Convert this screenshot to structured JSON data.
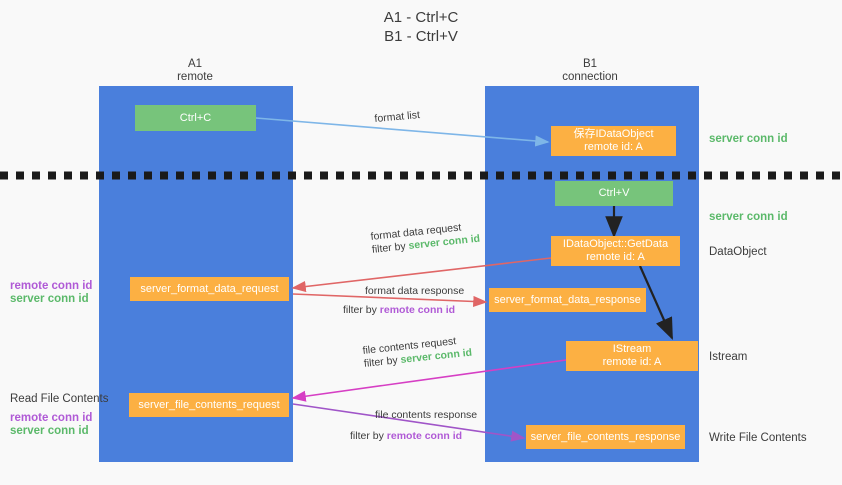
{
  "title": {
    "line1": "A1 - Ctrl+C",
    "line2": "B1 - Ctrl+V"
  },
  "colors": {
    "lane": "#4a7fdc",
    "node_green": "#77c47b",
    "node_orange": "#fcb043",
    "server_conn_id": "#5bb96a",
    "remote_conn_id": "#b05ad6",
    "arrow_light_blue": "#7eb6e8",
    "arrow_red": "#e06666",
    "arrow_magenta": "#d63fc4",
    "arrow_purple": "#a055c8",
    "arrow_black": "#222222",
    "background": "#f9f9f9",
    "divider": "#1a1a1a"
  },
  "columns": [
    {
      "name": "A1",
      "sub": "remote"
    },
    {
      "name": "B1",
      "sub": "connection"
    }
  ],
  "nodes": {
    "ctrl_c": {
      "label": "Ctrl+C",
      "style": "green"
    },
    "save_idataobject": {
      "line1": "保存IDataObject",
      "line2": "remote id: A",
      "style": "orange"
    },
    "ctrl_v": {
      "label": "Ctrl+V",
      "style": "green"
    },
    "getdata": {
      "line1": "IDataObject::GetData",
      "line2": "remote id: A",
      "style": "orange"
    },
    "format_data_request": {
      "label": "server_format_data_request",
      "style": "orange"
    },
    "format_data_response": {
      "label": "server_format_data_response",
      "style": "orange"
    },
    "istream": {
      "line1": "IStream",
      "line2": "remote id: A",
      "style": "orange"
    },
    "file_contents_request": {
      "label": "server_file_contents_request",
      "style": "orange"
    },
    "file_contents_response": {
      "label": "server_file_contents_response",
      "style": "orange"
    }
  },
  "right_labels": {
    "server_conn_id_top": "server conn id",
    "server_conn_id_mid": "server conn id",
    "dataobject": "DataObject",
    "istream": "Istream",
    "write_file_contents": "Write File Contents"
  },
  "left_labels": {
    "remote_conn_id_1": "remote conn id",
    "server_conn_id_1": "server conn id",
    "read_file_contents": "Read File Contents",
    "remote_conn_id_2": "remote conn id",
    "server_conn_id_2": "server conn id"
  },
  "edges": [
    {
      "id": "format-list",
      "label": "format list",
      "color": "#7eb6e8"
    },
    {
      "id": "format-data-request",
      "line1": "format data request",
      "line2_prefix": "filter by ",
      "line2_key": "server conn id",
      "key_color": "#5bb96a",
      "color": "#e06666"
    },
    {
      "id": "format-data-response",
      "line1": "format data response",
      "line2_prefix": "filter by ",
      "line2_key": "remote conn id",
      "key_color": "#b05ad6",
      "color": "#e06666"
    },
    {
      "id": "file-contents-request",
      "line1": "file contents request",
      "line2_prefix": "filter by ",
      "line2_key": "server conn id",
      "key_color": "#5bb96a",
      "color": "#d63fc4"
    },
    {
      "id": "file-contents-response",
      "line1": "file contents response",
      "line2_prefix": "filter by ",
      "line2_key": "remote conn id",
      "key_color": "#b05ad6",
      "color": "#a055c8"
    }
  ]
}
